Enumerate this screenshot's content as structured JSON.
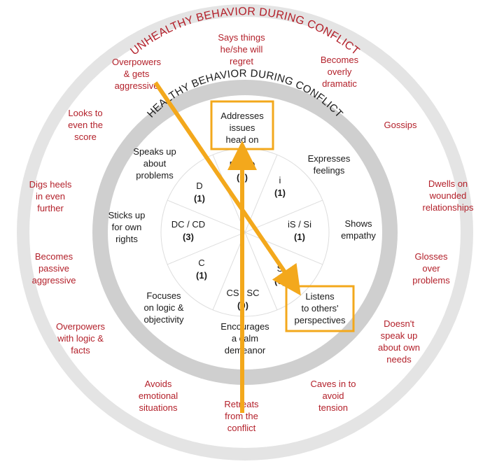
{
  "outer_ring_title": "UNHEALTHY BEHAVIOR DURING CONFLICT",
  "inner_ring_title": "HEALTHY BEHAVIOR DURING CONFLICT",
  "colors": {
    "unhealthy_text": "#b3202a",
    "outer_ring": "#e4e4e4",
    "inner_ring": "#cfcfcf",
    "arrow": "#f3a81c",
    "highlight_box": "#f3a81c"
  },
  "unhealthy": [
    {
      "id": "says-things",
      "lines": [
        "Says things",
        "he/she will",
        "regret"
      ]
    },
    {
      "id": "overly-dramatic",
      "lines": [
        "Becomes",
        "overly",
        "dramatic"
      ]
    },
    {
      "id": "gossips",
      "lines": [
        "Gossips"
      ]
    },
    {
      "id": "dwells",
      "lines": [
        "Dwells on",
        "wounded",
        "relationships"
      ]
    },
    {
      "id": "glosses",
      "lines": [
        "Glosses",
        "over",
        "problems"
      ]
    },
    {
      "id": "doesnt-speak",
      "lines": [
        "Doesn't",
        "speak up",
        "about own",
        "needs"
      ]
    },
    {
      "id": "caves-in",
      "lines": [
        "Caves in to",
        "avoid",
        "tension"
      ]
    },
    {
      "id": "retreats",
      "lines": [
        "Retreats",
        "from the",
        "conflict"
      ]
    },
    {
      "id": "avoids-emotional",
      "lines": [
        "Avoids",
        "emotional",
        "situations"
      ]
    },
    {
      "id": "overpowers-logic",
      "lines": [
        "Overpowers",
        "with logic &",
        "facts"
      ]
    },
    {
      "id": "passive-aggressive",
      "lines": [
        "Becomes",
        "passive",
        "aggressive"
      ]
    },
    {
      "id": "digs-heels",
      "lines": [
        "Digs heels",
        "in even",
        "further"
      ]
    },
    {
      "id": "even-score",
      "lines": [
        "Looks to",
        "even the",
        "score"
      ]
    },
    {
      "id": "overpowers-aggressive",
      "lines": [
        "Overpowers",
        "& gets",
        "aggressive"
      ]
    }
  ],
  "healthy": [
    {
      "id": "addresses",
      "lines": [
        "Addresses",
        "issues",
        "head on"
      ]
    },
    {
      "id": "expresses",
      "lines": [
        "Expresses",
        "feelings"
      ]
    },
    {
      "id": "empathy",
      "lines": [
        "Shows",
        "empathy"
      ]
    },
    {
      "id": "listens",
      "lines": [
        "Listens",
        "to others'",
        "perspectives"
      ]
    },
    {
      "id": "calm",
      "lines": [
        "Encourages",
        "a calm",
        "demeanor"
      ]
    },
    {
      "id": "logic",
      "lines": [
        "Focuses",
        "on logic &",
        "objectivity"
      ]
    },
    {
      "id": "sticks-up",
      "lines": [
        "Sticks up",
        "for own",
        "rights"
      ]
    },
    {
      "id": "speaks-up",
      "lines": [
        "Speaks up",
        "about",
        "problems"
      ]
    }
  ],
  "segments": [
    {
      "id": "di-id",
      "label": "DI / ID",
      "count": "(0)"
    },
    {
      "id": "i",
      "label": "i",
      "count": "(1)"
    },
    {
      "id": "is-si",
      "label": "iS / Si",
      "count": "(1)"
    },
    {
      "id": "s",
      "label": "S",
      "count": "(0)"
    },
    {
      "id": "cs-sc",
      "label": "CS / SC",
      "count": "(0)"
    },
    {
      "id": "c",
      "label": "C",
      "count": "(1)"
    },
    {
      "id": "dc-cd",
      "label": "DC / CD",
      "count": "(3)"
    },
    {
      "id": "d",
      "label": "D",
      "count": "(1)"
    }
  ]
}
